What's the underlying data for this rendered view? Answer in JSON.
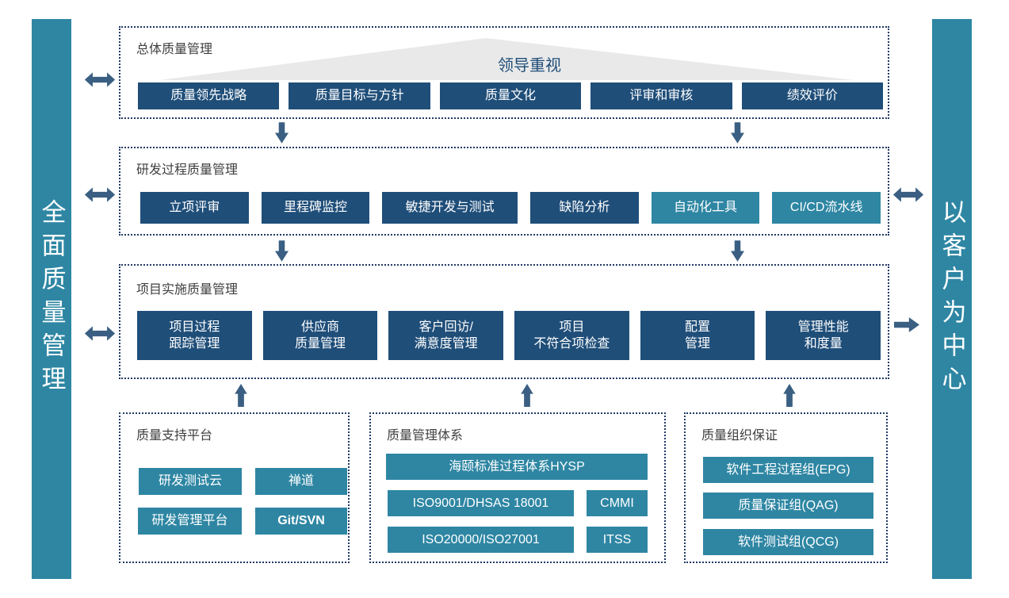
{
  "diagram": {
    "left_bar": {
      "label": "全面质量管理"
    },
    "right_bar": {
      "label": "以客户为中心"
    },
    "overall": {
      "title": "总体质量管理",
      "banner": "领导重视",
      "items": [
        "质量领先战略",
        "质量目标与方针",
        "质量文化",
        "评审和审核",
        "绩效评价"
      ]
    },
    "rd": {
      "title": "研发过程质量管理",
      "items": [
        "立项评审",
        "里程碑监控",
        "敏捷开发与测试",
        "缺陷分析",
        "自动化工具",
        "CI/CD流水线"
      ]
    },
    "project": {
      "title": "项目实施质量管理",
      "items": [
        {
          "line1": "项目过程",
          "line2": "跟踪管理"
        },
        {
          "line1": "供应商",
          "line2": "质量管理"
        },
        {
          "line1": "客户回访/",
          "line2": "满意度管理"
        },
        {
          "line1": "项目",
          "line2": "不符合项检查"
        },
        {
          "line1": "配置",
          "line2": "管理"
        },
        {
          "line1": "管理性能",
          "line2": "和度量"
        }
      ]
    },
    "platform": {
      "title": "质量支持平台",
      "items": [
        "研发测试云",
        "禅道",
        "研发管理平台",
        "Git/SVN"
      ]
    },
    "system": {
      "title": "质量管理体系",
      "full_item": "海颐标准过程体系HYSP",
      "items": [
        "ISO9001/DHSAS 18001",
        "CMMI",
        "ISO20000/ISO27001",
        "ITSS"
      ]
    },
    "org": {
      "title": "质量组织保证",
      "items": [
        "软件工程过程组(EPG)",
        "质量保证组(QAG)",
        "软件测试组(QCG)"
      ]
    },
    "colors": {
      "navy_node": "#1F4E79",
      "teal_node": "#2E86A3",
      "arrow": "#3A5F82",
      "dotted_border": "#1F3864",
      "banner_background": "#E9E9E9"
    }
  }
}
